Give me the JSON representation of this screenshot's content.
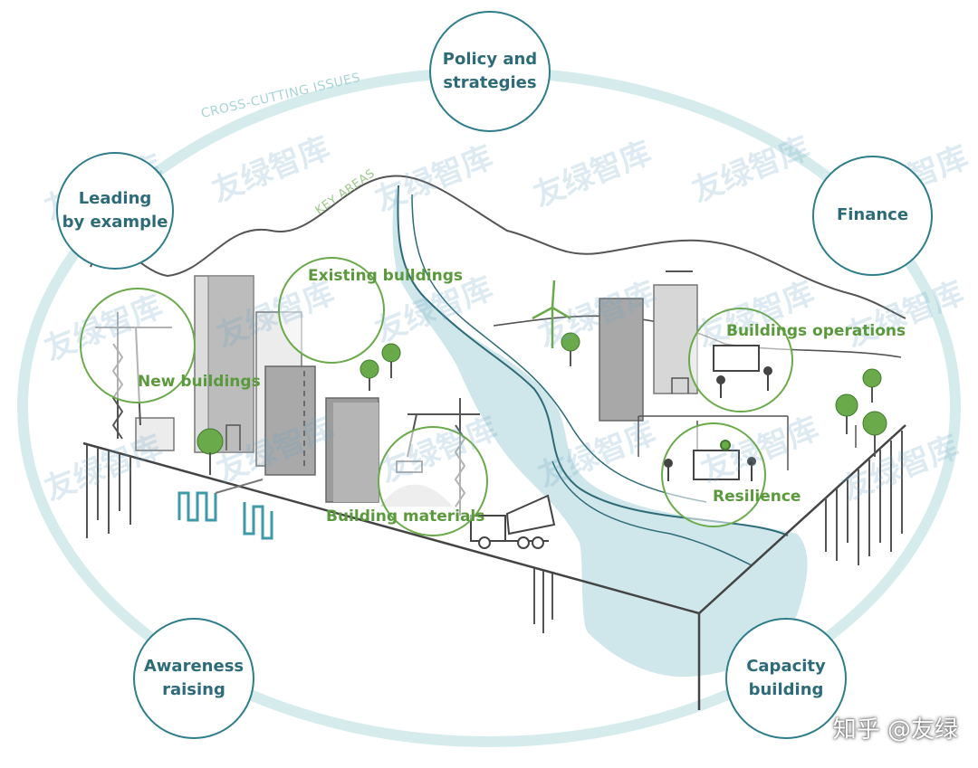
{
  "diagram": {
    "arc_labels": {
      "cross_cutting": "CROSS-CUTTING ISSUES",
      "key_areas": "KEY AREAS"
    },
    "cross_cutting_issues": [
      {
        "id": "policy",
        "label": "Policy and\nstrategies"
      },
      {
        "id": "leading",
        "label": "Leading\nby example"
      },
      {
        "id": "finance",
        "label": "Finance"
      },
      {
        "id": "awareness",
        "label": "Awareness\nraising"
      },
      {
        "id": "capacity",
        "label": "Capacity\nbuilding"
      }
    ],
    "key_areas": [
      {
        "id": "new-buildings",
        "label": "New buildings"
      },
      {
        "id": "existing-buildings",
        "label": "Existing buildings"
      },
      {
        "id": "building-materials",
        "label": "Building materials"
      },
      {
        "id": "buildings-operations",
        "label": "Buildings operations"
      },
      {
        "id": "resilience",
        "label": "Resilience"
      }
    ],
    "watermark_text": "友绿智库",
    "credit": "知乎 @友绿"
  },
  "colors": {
    "cross_circle_border": "#2e7d8a",
    "cross_text": "#2e6b78",
    "key_area_green": "#5a9a3c",
    "ellipse": "#d6ecec",
    "river": "#cfe6ea",
    "building_dark": "#9c9c9c",
    "building_light": "#e2e2e2",
    "line_dark": "#444444"
  }
}
